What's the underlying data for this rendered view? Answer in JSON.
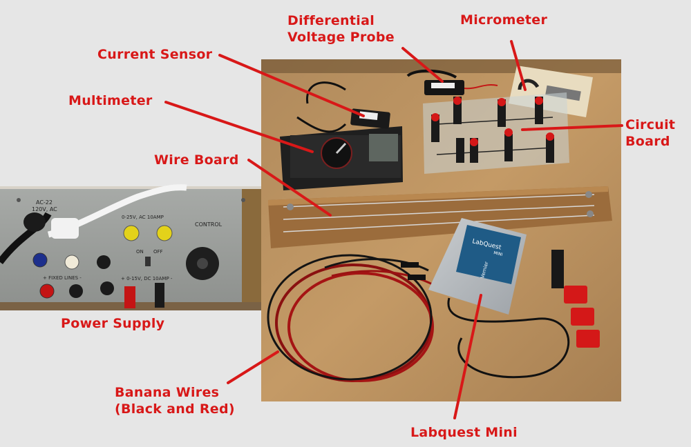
{
  "labels": {
    "current_sensor": "Current Sensor",
    "differential_probe": "Differential\nVoltage Probe",
    "micrometer": "Micrometer",
    "multimeter": "Multimeter",
    "wire_board": "Wire Board",
    "circuit_board": "Circuit\nBoard",
    "power_supply": "Power Supply",
    "banana_wires": "Banana Wires\n(Black and Red)",
    "labquest_mini": "Labquest Mini"
  },
  "photo_text": {
    "ps_model": "AC-22",
    "ps_volt": "120V, AC",
    "ps_rating": "0-25V, AC 10AMP",
    "ps_on": "ON",
    "ps_off": "OFF",
    "ps_control": "CONTROL",
    "ps_fixed": "+ FIXED LINES -",
    "ps_dc": "+ 0-15V, DC 10AMP -",
    "lq_brand": "LabQuest",
    "lq_sub": "MINI",
    "lq_vernier": "Vernier"
  },
  "colors": {
    "accent": "#d81818",
    "background": "#e6e6e6"
  }
}
